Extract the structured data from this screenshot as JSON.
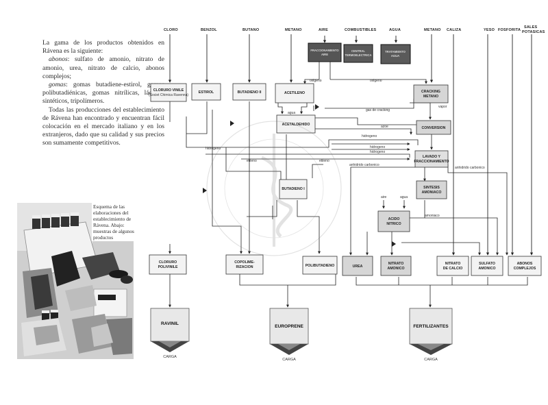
{
  "intro": {
    "p1": "La gama de los productos obtenidos en Rávena es la siguiente:",
    "abonos_label": "abonos",
    "abonos_text": ": sulfato de amonio, nitrato de amonio, urea, nitrato de calcio, abonos complejos;",
    "gomas_label": "gomas",
    "gomas_text": ": gomas butadiene-estirol, gomas polibutadiénicas, gomas nitrílicas, lácticos sintéticos, tripolímeros.",
    "p4": "Todas las producciones del establecimiento de Rávena han encontrado y encuentran fácil colocación en el mercado italiano y en los extranjeros, dado que su calidad y sus precios son sumamente competitivos."
  },
  "caption": "Esquema de las elaboraciones del establecimiento de Rávena. Abajo: muestras de algunos productos",
  "inputs": {
    "cloro": "CLORO",
    "benzol": "BENZOL",
    "butano": "BUTANO",
    "metano1": "METANO",
    "aire": "AIRE",
    "combustibles": "COMBUSTIBLES",
    "agua": "AGUA",
    "metano2": "METANO",
    "caliza": "CALIZA",
    "yeso": "YESO",
    "fosforita": "FOSFORITA",
    "sales_1": "SALES",
    "sales_2": "POTASICAS"
  },
  "dark_boxes": {
    "frac_1": "FRACCIONAMIENTO",
    "frac_2": "AIRE",
    "central_1": "CENTRAL",
    "central_2": "TERMOELECTRICA",
    "trat_1": "TRATAMIENTO",
    "trat_2": "AGUA"
  },
  "boxes": {
    "cloruro_1": "CLORURO VINILE",
    "cloruro_2": "(Societ Chimica Ravenna)",
    "estirol": "ESTIROL",
    "butadieno2": "BUTADIENO II",
    "acetileno": "ACETILENO",
    "acetaldehido": "ACETALDEHIDO",
    "cracking_1": "CRACKING",
    "cracking_2": "METANO",
    "conversion": "CONVERSION",
    "lavado_1": "LAVADO Y",
    "lavado_2": "FRACCIONAMIENTO",
    "butadieno1": "BUTADIENO I",
    "sintesis_1": "SINTESIS",
    "sintesis_2": "AMONIACO",
    "acido_1": "ACIDO",
    "acido_2": "NITRICO",
    "cloruro_pol": "CLORURO",
    "polivinile": "POLIVINILE",
    "copol_1": "COPOLIME-",
    "copol_2": "RIZACION",
    "polibutadieno": "POLIBUTADIENO",
    "urea": "UREA",
    "nitrato_am_1": "NITRATO",
    "nitrato_am_2": "AMONICO",
    "nitrato_ca_1": "NITRATO",
    "nitrato_ca_2": "DE CALCIO",
    "sulfato_1": "SULFATO",
    "sulfato_2": "AMONICO",
    "abonos_1": "ABONOS",
    "abonos_2": "COMPLEJOS"
  },
  "flows": {
    "oxigeno1": "oxigeno",
    "oxigeno2": "oxigeno",
    "vapor": "vapor",
    "agua": "agua",
    "gas_cracking": "gas de cracking",
    "azoe": "azoe",
    "hidrogeno1": "hidrogeno",
    "hidrogeno2": "hidrogeno",
    "hidrogeno3": "hidrogeno",
    "hidrogeno4": "hidrogeno",
    "etileno1": "etileno",
    "etileno2": "etileno",
    "anhidrido1": "anhidrido carbonico",
    "anhidrido2": "anhidrido carbonico",
    "aire": "aire",
    "agua2": "agua",
    "amoniaco": "amoniaco"
  },
  "outputs": {
    "ravinil": "RAVINIL",
    "europrene": "EUROPRENE",
    "fertilizantes": "FERTILIZANTES",
    "carga": "CARGA"
  }
}
